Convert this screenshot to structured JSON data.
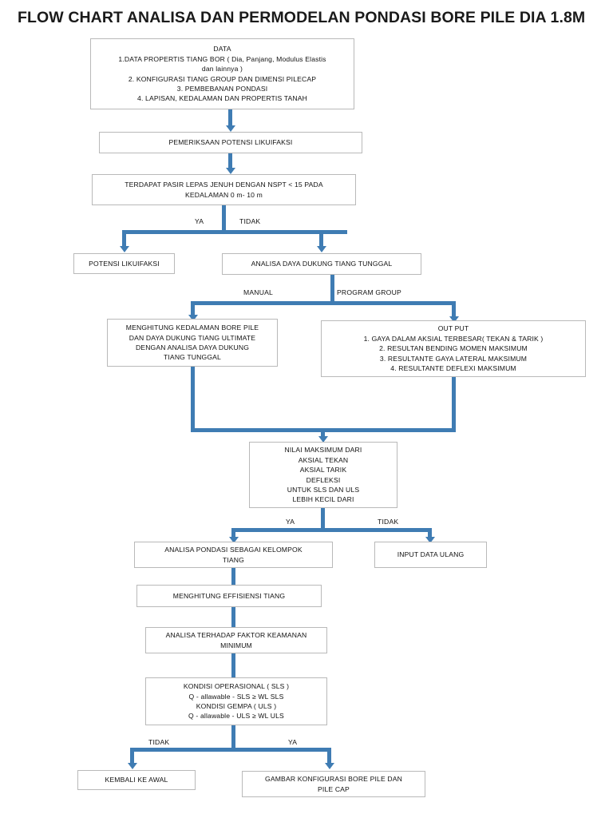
{
  "page": {
    "title": "FLOW CHART ANALISA DAN PERMODELAN PONDASI BORE PILE DIA 1.8M",
    "accent_color": "#3F7CB3",
    "box_border_color": "#B9B9B9",
    "background_color": "#FFFFFF"
  },
  "chart_data": {
    "type": "diagram",
    "title": "FLOW CHART ANALISA DAN PERMODELAN PONDASI BORE PILE DIA 1.8M",
    "nodes": [
      {
        "id": "data",
        "lines": [
          "DATA",
          "1.DATA PROPERTIS TIANG BOR ( Dia, Panjang, Modulus Elastis",
          "dan lainnya )",
          "2. KONFIGURASI TIANG GROUP DAN DIMENSI PILECAP",
          "3. PEMBEBANAN PONDASI",
          "4. LAPISAN, KEDALAMAN DAN PROPERTIS TANAH"
        ]
      },
      {
        "id": "pemeriksaan",
        "lines": [
          "PEMERIKSAAN POTENSI LIKUIFAKSI"
        ]
      },
      {
        "id": "terdapat_pasir",
        "lines": [
          "TERDAPAT PASIR LEPAS JENUH DENGAN NSPT < 15 PADA",
          "KEDALAMAN 0 m- 10 m"
        ]
      },
      {
        "id": "potensi_likuifaksi",
        "lines": [
          "POTENSI LIKUIFAKSI"
        ]
      },
      {
        "id": "analisa_daya_dukung",
        "lines": [
          "ANALISA DAYA DUKUNG TIANG TUNGGAL"
        ]
      },
      {
        "id": "menghitung_kedalaman",
        "lines": [
          "MENGHITUNG KEDALAMAN BORE PILE",
          "DAN DAYA DUKUNG TIANG ULTIMATE",
          "DENGAN ANALISA DAYA DUKUNG",
          "TIANG TUNGGAL"
        ]
      },
      {
        "id": "out_put",
        "lines": [
          "OUT PUT",
          "1. GAYA DALAM AKSIAL TERBESAR( TEKAN & TARIK )",
          "2. RESULTAN BENDING MOMEN MAKSIMUM",
          "3. RESULTANTE GAYA LATERAL MAKSIMUM",
          "4. RESULTANTE DEFLEXI MAKSIMUM"
        ]
      },
      {
        "id": "nilai_maksimum",
        "lines": [
          "NILAI MAKSIMUM DARI",
          "AKSIAL TEKAN",
          "AKSIAL TARIK",
          "DEFLEKSI",
          "UNTUK SLS DAN ULS",
          "LEBIH KECIL DARI"
        ]
      },
      {
        "id": "analisa_pondasi_kelompok",
        "lines": [
          "ANALISA PONDASI SEBAGAI KELOMPOK",
          "TIANG"
        ]
      },
      {
        "id": "input_data_ulang",
        "lines": [
          "INPUT DATA ULANG"
        ]
      },
      {
        "id": "menghitung_effisiensi",
        "lines": [
          "MENGHITUNG EFFISIENSI TIANG"
        ]
      },
      {
        "id": "analisa_faktor_keamanan",
        "lines": [
          "ANALISA TERHADAP FAKTOR KEAMANAN",
          "MINIMUM"
        ]
      },
      {
        "id": "kondisi",
        "lines": [
          "KONDISI OPERASIONAL ( SLS )",
          "Q - allawable - SLS  ≥ WL SLS",
          "KONDISI GEMPA ( ULS )",
          "Q - allawable - ULS  ≥ WL ULS"
        ]
      },
      {
        "id": "kembali_ke_awal",
        "lines": [
          "KEMBALI KE AWAL"
        ]
      },
      {
        "id": "gambar_konfigurasi",
        "lines": [
          "GAMBAR KONFIGURASI BORE PILE DAN",
          "PILE CAP"
        ]
      }
    ],
    "edge_labels": [
      {
        "id": "ya1",
        "text": "YA"
      },
      {
        "id": "tidak1",
        "text": "TIDAK"
      },
      {
        "id": "manual",
        "text": "MANUAL"
      },
      {
        "id": "program_group",
        "text": "PROGRAM GROUP"
      },
      {
        "id": "ya2",
        "text": "YA"
      },
      {
        "id": "tidak2",
        "text": "TIDAK"
      },
      {
        "id": "tidak3",
        "text": "TIDAK"
      },
      {
        "id": "ya3",
        "text": "YA"
      }
    ]
  }
}
